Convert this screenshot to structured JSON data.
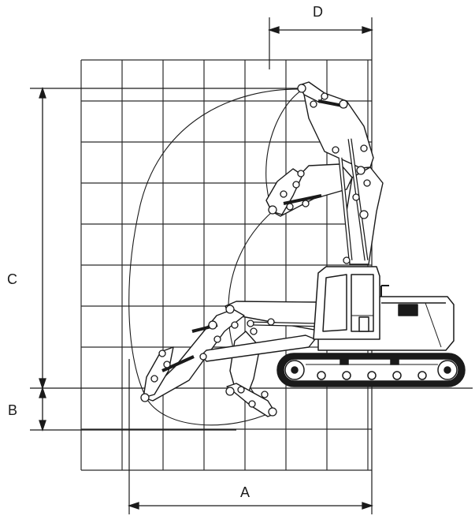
{
  "diagram": {
    "labels": {
      "A": "A",
      "B": "B",
      "C": "C",
      "D": "D"
    }
  },
  "colors": {
    "line": "#1a1a1a",
    "grid": "#2a2a2a",
    "background": "#ffffff"
  }
}
